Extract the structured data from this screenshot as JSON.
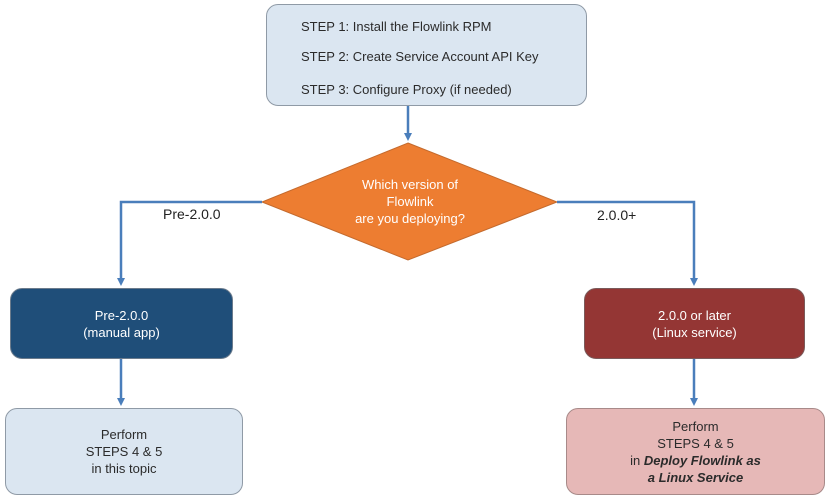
{
  "colors": {
    "connector": "#4a7ebb",
    "diamond_fill": "#ed7d31",
    "pre_box_fill": "#1f4e79",
    "post_box_fill": "#943634",
    "light_blue_fill": "#dbe6f1",
    "light_red_fill": "#e6b8b7"
  },
  "top_box": {
    "step1": "STEP 1: Install the Flowlink RPM",
    "step2": "STEP 2: Create Service Account API Key",
    "step3": "STEP 3: Configure Proxy (if needed)"
  },
  "decision": {
    "line1": "Which version of",
    "line2": "Flowlink",
    "line3": "are you deploying?"
  },
  "branches": {
    "left_label": "Pre-2.0.0",
    "right_label": "2.0.0+"
  },
  "pre_box": {
    "line1": "Pre-2.0.0",
    "line2": "(manual app)"
  },
  "post_box": {
    "line1": "2.0.0 or later",
    "line2": "(Linux service)"
  },
  "pre_outcome": {
    "line1": "Perform",
    "line2": "STEPS 4 & 5",
    "line3": "in this topic"
  },
  "post_outcome": {
    "line1": "Perform",
    "line2": "STEPS 4 & 5",
    "line3_prefix": "in ",
    "line3_italic": "Deploy Flowlink as",
    "line4": "a Linux Service"
  }
}
